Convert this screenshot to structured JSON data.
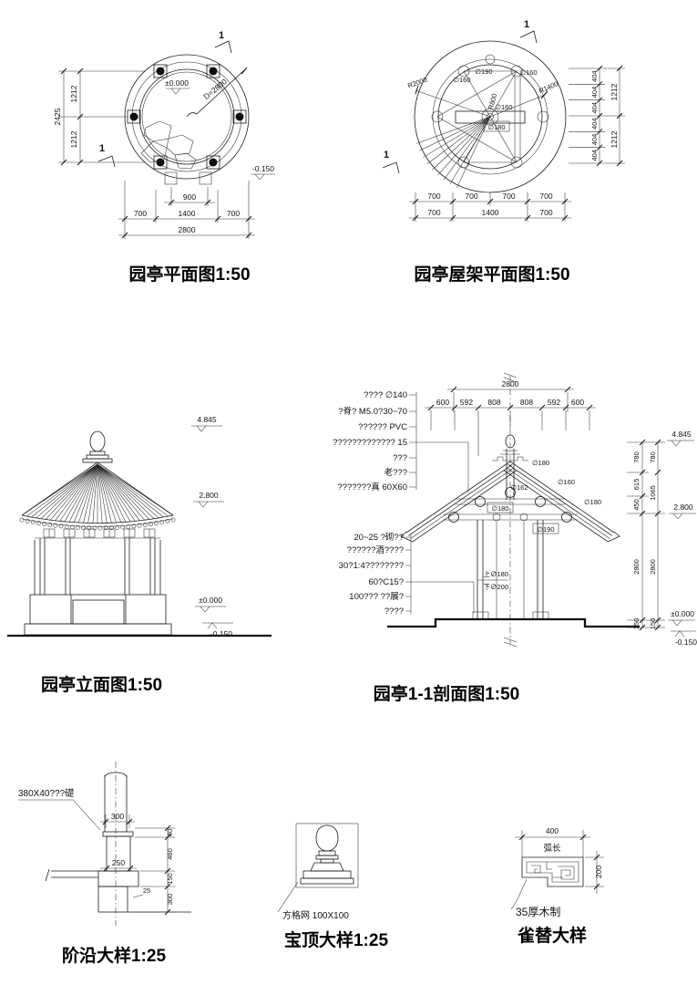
{
  "drawings": {
    "plan": {
      "title": "园亭平面图1:50",
      "section_mark_top": "1",
      "section_mark_bottom": "1",
      "dim_left_upper": "1212",
      "dim_left_lower": "1212",
      "dim_left_total": "2425",
      "label_diameter": "D=2800",
      "level_zero": "±0.000",
      "level_minus": "-0.150",
      "dim_900": "900",
      "dim_700_left": "700",
      "dim_1400": "1400",
      "dim_700_right": "700",
      "dim_2800": "2800"
    },
    "roof_plan": {
      "title": "园亭屋架平面图1:50",
      "section_mark_top": "1",
      "section_mark_left": "1",
      "label_r2000": "R2000",
      "label_r1400": "R1400",
      "label_r800": "R800",
      "label_d190": "∅190",
      "label_d160_left": "∅160",
      "label_d160_center": "∅160",
      "label_d160_right": "∅160",
      "label_d180": "∅180",
      "right_dims_404": [
        "404",
        "404",
        "404",
        "404",
        "404",
        "404"
      ],
      "right_dims_1212": [
        "1212",
        "1212"
      ],
      "bottom_row1": [
        "700",
        "700",
        "700",
        "700"
      ],
      "bottom_row2": [
        "700",
        "1400",
        "700"
      ]
    },
    "elevation": {
      "title": "园亭立面图1:50",
      "level_top": "4.845",
      "level_mid": "2.800",
      "level_zero": "±0.000",
      "level_minus": "-0.150"
    },
    "section": {
      "title": "园亭1-1剖面图1:50",
      "dim_total_top": "2800",
      "top_dims": [
        "600",
        "592",
        "808",
        "808",
        "592",
        "600"
      ],
      "notes_upper": [
        "???? ∅140",
        "?脊? M5.0?30~70",
        "?????? PVC",
        "????????????? 15",
        "???",
        "老???",
        "???????真 60X60"
      ],
      "notes_lower": [
        "20~25 ?砌??",
        "??????酒????",
        "30?1:4????????",
        "60?C15?",
        "100??? ??展?",
        "????"
      ],
      "label_d180_apex": "∅180",
      "label_d160_slope": "∅160",
      "label_d180_slope": "∅180",
      "label_d162": "∅162",
      "label_d180_inner": "∅180",
      "label_d190": "∅190",
      "label_col_upper": "上∅180",
      "label_col_lower": "下∅200",
      "right_dims_inner": [
        "780",
        "615",
        "450",
        "2800",
        "150"
      ],
      "right_dims_outer": [
        "780",
        "1065",
        "2800",
        "150"
      ],
      "level_top": "4.845",
      "level_mid": "2.800",
      "level_zero": "±0.000",
      "level_minus": "-0.150"
    },
    "step_detail": {
      "title": "阶沿大样1:25",
      "label_stone": "380X40???礎",
      "dim_300_top": "300",
      "dim_250": "250",
      "dim_40": "40",
      "dim_460": "460",
      "dim_150": "150",
      "dim_25": "25",
      "dim_300_bottom": "300"
    },
    "finial_detail": {
      "title": "宝顶大样1:25",
      "label_grid": "方格网 100X100"
    },
    "queti_detail": {
      "title": "雀替大样",
      "dim_400": "400",
      "label_arc": "弧长",
      "dim_200": "200",
      "label_wood": "35厚木制"
    }
  }
}
